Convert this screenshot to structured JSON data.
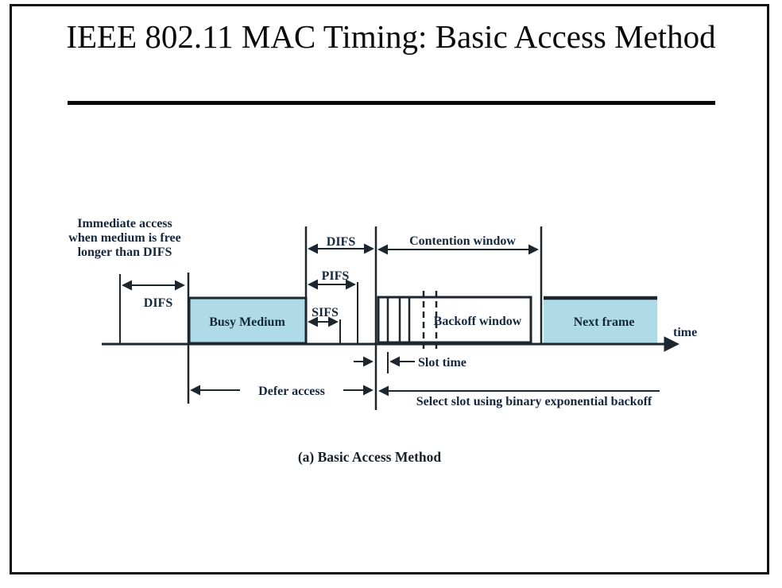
{
  "slide": {
    "title": "IEEE 802.11 MAC Timing: Basic Access Method",
    "caption": "(a) Basic Access Method"
  },
  "diagram": {
    "note": {
      "line1": "Immediate access",
      "line2": "when medium is free",
      "line3": "longer than DIFS"
    },
    "labels": {
      "difs_left": "DIFS",
      "difs_right": "DIFS",
      "pifs": "PIFS",
      "sifs": "SIFS",
      "busy_medium": "Busy Medium",
      "contention_window": "Contention window",
      "backoff_window": "Backoff window",
      "next_frame": "Next frame",
      "time_axis": "time",
      "slot_time": "Slot time",
      "defer_access": "Defer access",
      "select_slot": "Select slot using binary exponential backoff"
    },
    "colors": {
      "frame_fill": "#aedbe7",
      "line": "#1c262e",
      "label_text": "#14273f",
      "title_text": "#0a0a0a"
    }
  }
}
